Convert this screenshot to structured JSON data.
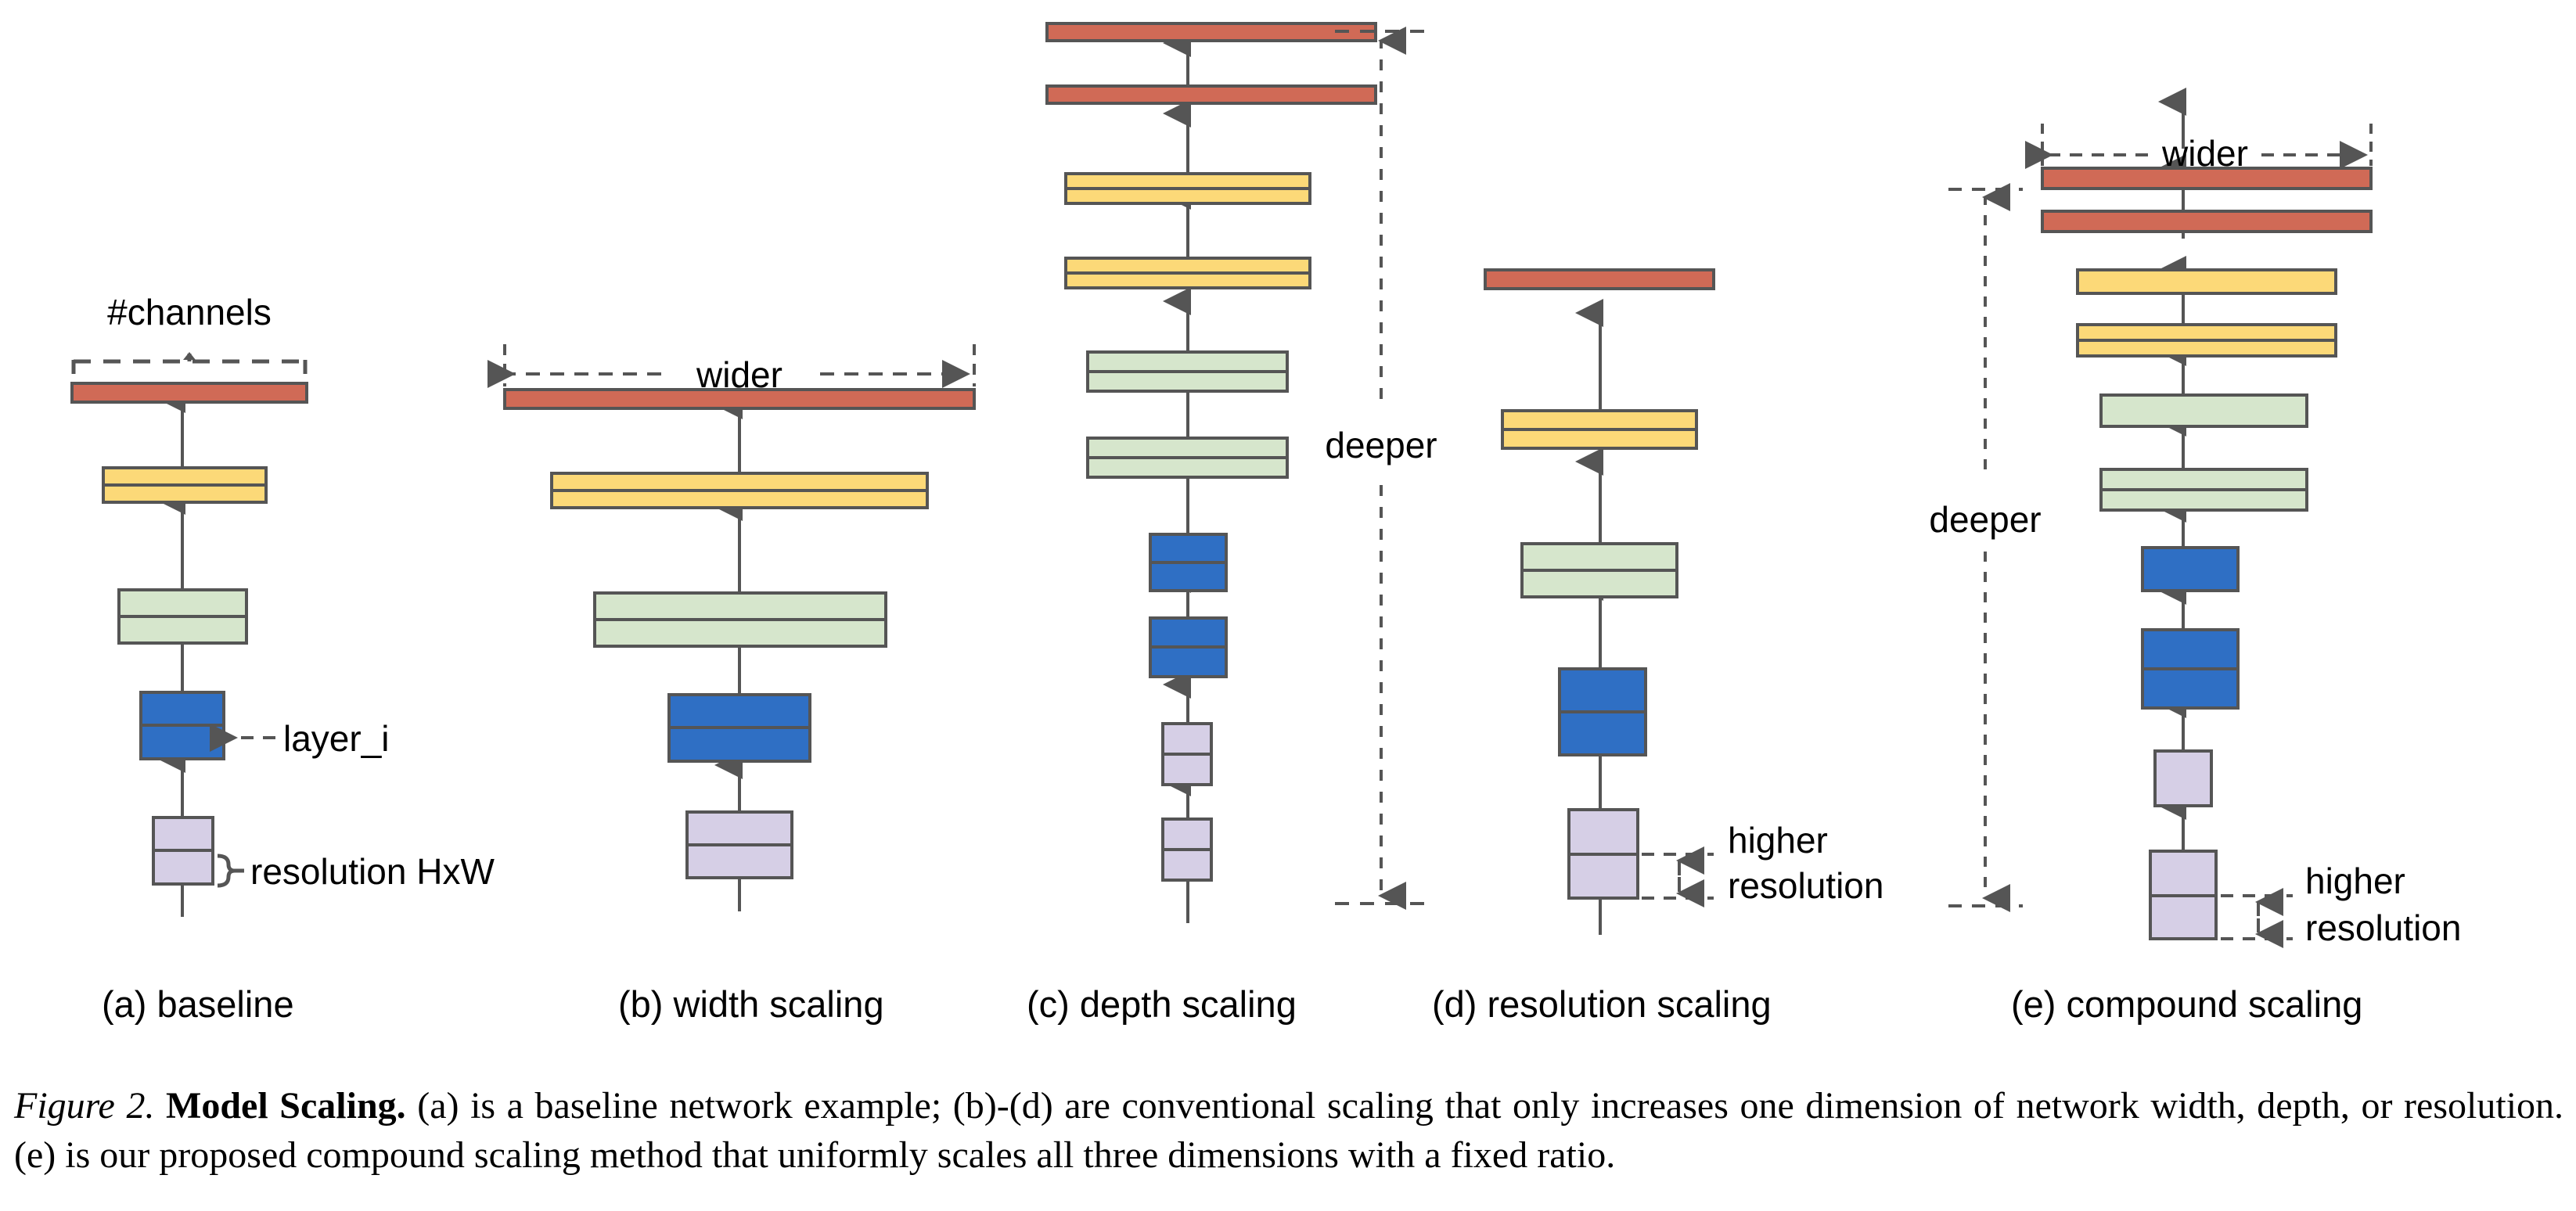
{
  "figure": {
    "number_label": "Figure 2.",
    "bold_title": "Model Scaling.",
    "body_text": " (a) is a baseline network example; (b)-(d) are conventional scaling that only increases one dimension of network width, depth, or resolution. (e) is our proposed compound scaling method that uniformly scales all three dimensions with a fixed ratio."
  },
  "colors": {
    "red": "#d06a56",
    "yellow": "#fcd978",
    "green": "#d6e6cc",
    "blue": "#2f6fc4",
    "purple": "#d6cfe6",
    "stroke": "#555555",
    "arrow": "#555555",
    "text": "#000000"
  },
  "annotations": {
    "channels": "#channels",
    "layer_i": "layer_i",
    "resolution_hxw": "resolution HxW",
    "wider_b": "wider",
    "deeper_c": "deeper",
    "higher_resolution_d_line1": "higher",
    "higher_resolution_d_line2": "resolution",
    "wider_e": "wider",
    "deeper_e": "deeper",
    "higher_resolution_e_line1": "higher",
    "higher_resolution_e_line2": "resolution"
  },
  "panels": [
    {
      "id": "a",
      "caption": "(a) baseline",
      "layers": [
        {
          "color": "purple",
          "rows": 2
        },
        {
          "color": "blue",
          "rows": 2
        },
        {
          "color": "green",
          "rows": 2
        },
        {
          "color": "yellow",
          "rows": 2
        },
        {
          "color": "red",
          "rows": 1
        }
      ]
    },
    {
      "id": "b",
      "caption": "(b) width scaling",
      "layers": [
        {
          "color": "purple",
          "rows": 2
        },
        {
          "color": "blue",
          "rows": 2
        },
        {
          "color": "green",
          "rows": 2
        },
        {
          "color": "yellow",
          "rows": 2
        },
        {
          "color": "red",
          "rows": 1
        }
      ]
    },
    {
      "id": "c",
      "caption": "(c) depth scaling",
      "layers": [
        {
          "color": "purple",
          "rows": 2
        },
        {
          "color": "purple",
          "rows": 2
        },
        {
          "color": "blue",
          "rows": 2
        },
        {
          "color": "blue",
          "rows": 2
        },
        {
          "color": "green",
          "rows": 2
        },
        {
          "color": "green",
          "rows": 2
        },
        {
          "color": "yellow",
          "rows": 2
        },
        {
          "color": "yellow",
          "rows": 2
        },
        {
          "color": "red",
          "rows": 1
        },
        {
          "color": "red",
          "rows": 1
        }
      ]
    },
    {
      "id": "d",
      "caption": "(d) resolution scaling",
      "layers": [
        {
          "color": "purple",
          "rows": 2
        },
        {
          "color": "blue",
          "rows": 2
        },
        {
          "color": "green",
          "rows": 2
        },
        {
          "color": "yellow",
          "rows": 2
        },
        {
          "color": "red",
          "rows": 1
        }
      ]
    },
    {
      "id": "e",
      "caption": "(e) compound scaling",
      "layers": [
        {
          "color": "purple",
          "rows": 2
        },
        {
          "color": "purple",
          "rows": 1
        },
        {
          "color": "blue",
          "rows": 2
        },
        {
          "color": "blue",
          "rows": 1
        },
        {
          "color": "green",
          "rows": 2
        },
        {
          "color": "green",
          "rows": 1
        },
        {
          "color": "yellow",
          "rows": 2
        },
        {
          "color": "yellow",
          "rows": 1
        },
        {
          "color": "red",
          "rows": 1
        },
        {
          "color": "red",
          "rows": 1
        }
      ]
    }
  ]
}
